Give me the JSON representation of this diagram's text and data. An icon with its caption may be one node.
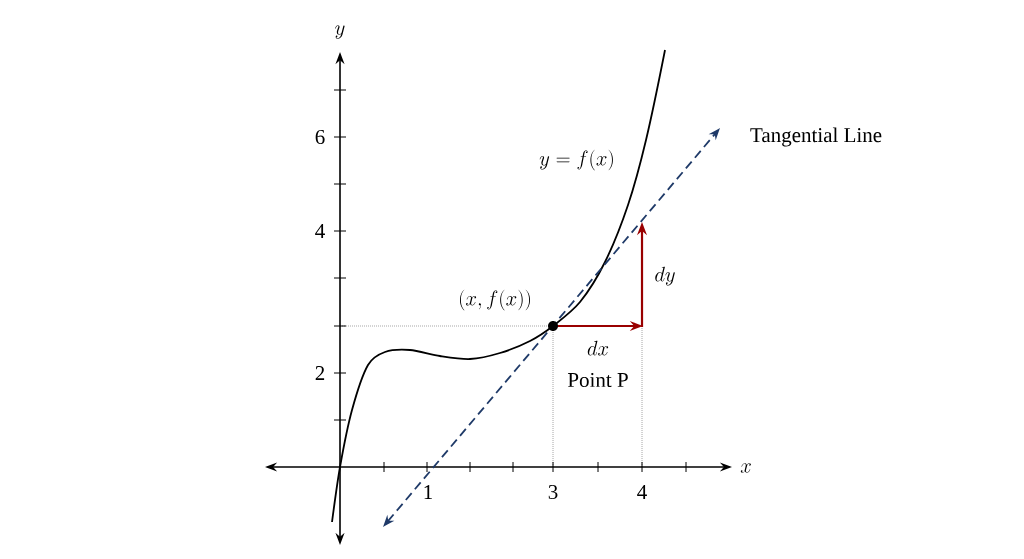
{
  "diagram": {
    "labels": [
      "y",
      "6",
      "4",
      "2",
      "y = f(x)",
      "Tangential Line",
      "(x, f(x))",
      "dy",
      "dx",
      "Point P",
      "x",
      "1",
      "3",
      "4"
    ]
  }
}
